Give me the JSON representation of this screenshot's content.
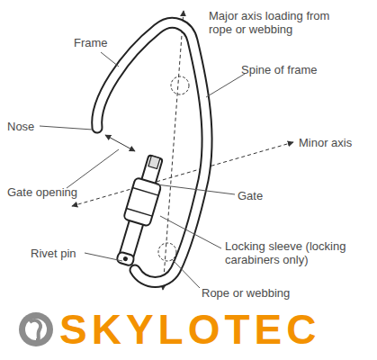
{
  "diagram": {
    "labels": [
      "Frame",
      "Major axis loading from rope or webbing",
      "Spine of frame",
      "Nose",
      "Minor axis",
      "Gate opening",
      "Gate",
      "Rivet pin",
      "Locking sleeve (locking carabiners only)",
      "Rope or webbing",
      "SKYLOTEC"
    ]
  }
}
